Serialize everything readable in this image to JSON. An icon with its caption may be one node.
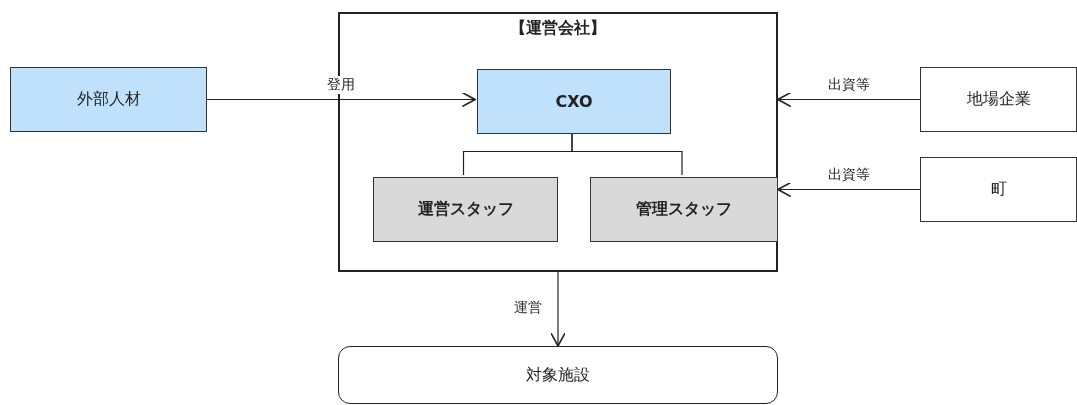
{
  "diagram": {
    "nodes": [
      {
        "text": [
          "【運営会社】"
        ]
      },
      {
        "text": [
          "外部人材"
        ]
      },
      {
        "text": [
          "CXO"
        ],
        "in": 0
      },
      {
        "text": [
          "運営スタッフ"
        ],
        "in": 0
      },
      {
        "text": [
          "管理スタッフ"
        ],
        "in": 0
      },
      {
        "text": [
          "地場企業"
        ]
      },
      {
        "text": [
          "町"
        ]
      },
      {
        "text": [
          "対象施設"
        ]
      }
    ],
    "edges": [
      {
        "from": 1,
        "to": 2,
        "arrow": "to",
        "label": "登用"
      },
      {
        "from": 2,
        "to": 3,
        "arrow": "none"
      },
      {
        "from": 2,
        "to": 4,
        "arrow": "none"
      },
      {
        "from": 5,
        "to": 0,
        "arrow": "to",
        "label": "出資等"
      },
      {
        "from": 6,
        "to": 0,
        "arrow": "to",
        "label": "出資等"
      },
      {
        "from": 0,
        "to": 7,
        "arrow": "to",
        "label": "運営"
      }
    ]
  }
}
